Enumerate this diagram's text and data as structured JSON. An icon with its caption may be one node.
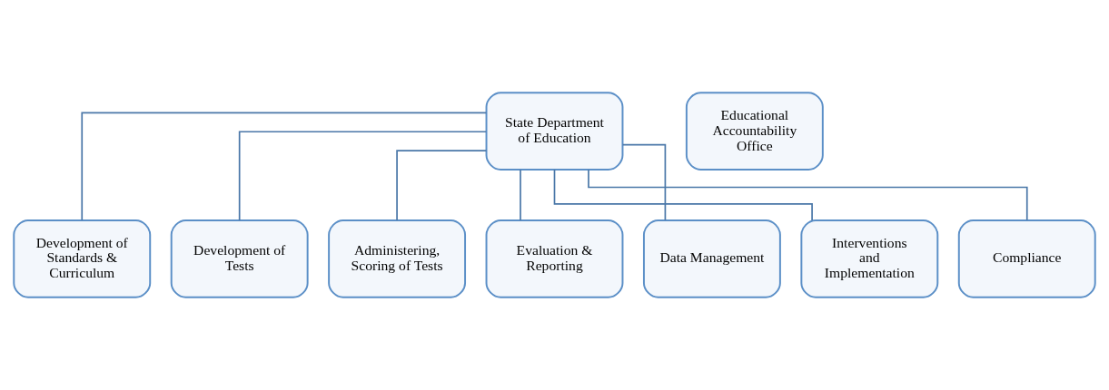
{
  "diagram": {
    "nodes": [
      {
        "text": [
          "State Department of Education"
        ]
      },
      {
        "text": [
          "Educational Accountability Office"
        ]
      },
      {
        "text": [
          "Development of Standards & Curriculum"
        ]
      },
      {
        "text": [
          "Development of Tests"
        ]
      },
      {
        "text": [
          "Administering, Scoring of Tests"
        ]
      },
      {
        "text": [
          "Evaluation & Reporting"
        ]
      },
      {
        "text": [
          "Data Management"
        ]
      },
      {
        "text": [
          "Interventions and Implementation"
        ]
      },
      {
        "text": [
          "Compliance"
        ]
      }
    ],
    "edges": [
      {
        "from": 0,
        "to": 2,
        "arrow": "none"
      },
      {
        "from": 0,
        "to": 3,
        "arrow": "none"
      },
      {
        "from": 0,
        "to": 4,
        "arrow": "none"
      },
      {
        "from": 0,
        "to": 5,
        "arrow": "none"
      },
      {
        "from": 0,
        "to": 6,
        "arrow": "none"
      },
      {
        "from": 0,
        "to": 7,
        "arrow": "none"
      },
      {
        "from": 0,
        "to": 8,
        "arrow": "none"
      }
    ]
  }
}
